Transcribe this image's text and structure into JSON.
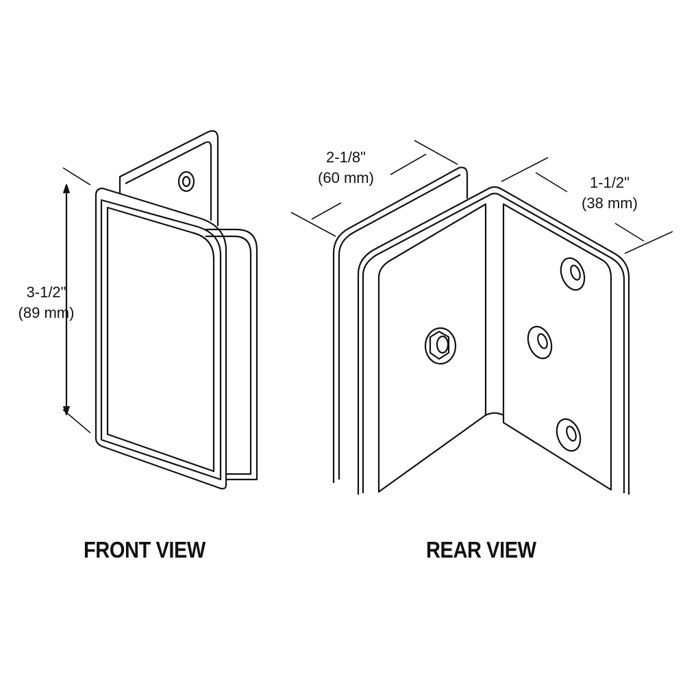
{
  "front_view": {
    "title": "FRONT VIEW",
    "height_in": "3-1/2\"",
    "height_mm": "(89 mm)"
  },
  "rear_view": {
    "title": "REAR VIEW",
    "depth_in": "2-1/8\"",
    "depth_mm": "(60 mm)",
    "width_in": "1-1/2\"",
    "width_mm": "(38 mm)"
  },
  "colors": {
    "line": "#111111",
    "background": "#ffffff"
  }
}
